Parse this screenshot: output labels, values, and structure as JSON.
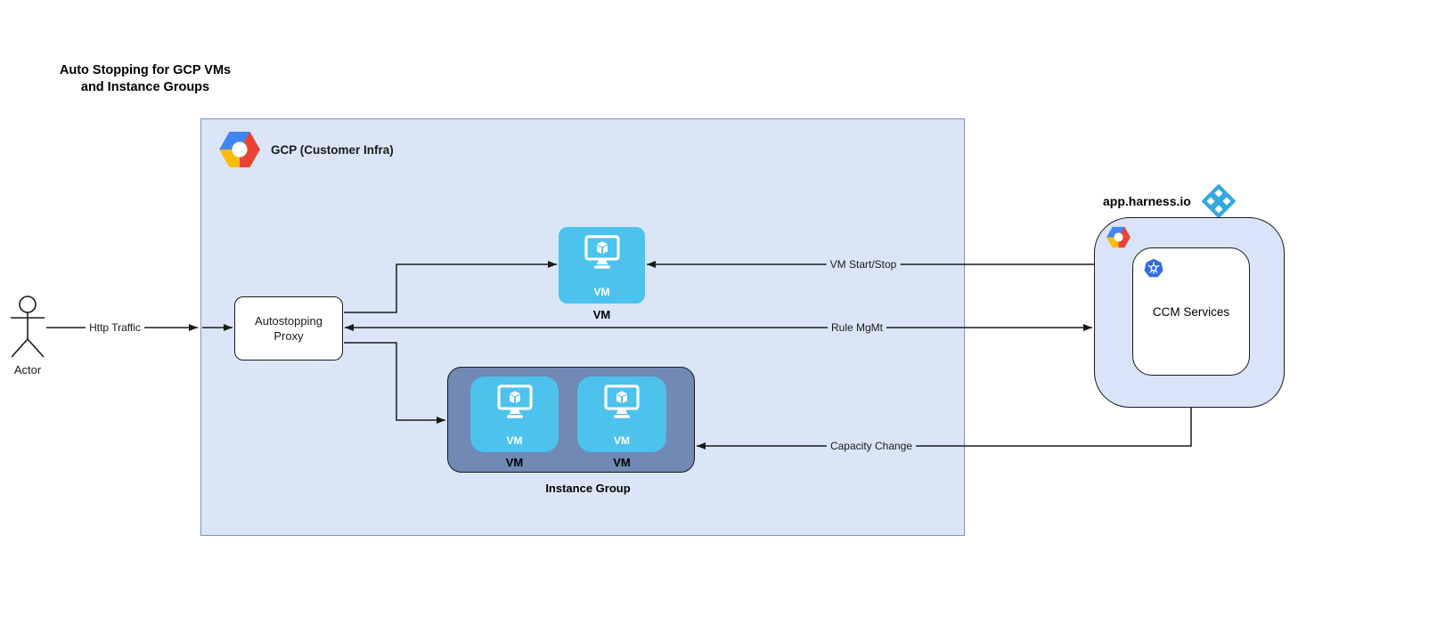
{
  "diagram": {
    "title": {
      "line1": "Auto Stopping for GCP VMs",
      "line2": "and Instance Groups"
    },
    "actor": {
      "label": "Actor"
    },
    "gcp": {
      "label": "GCP (Customer Infra)"
    },
    "proxy": {
      "line1": "Autostopping",
      "line2": "Proxy"
    },
    "vm": {
      "inner": "VM",
      "caption": "VM"
    },
    "instance_group": {
      "label": "Instance Group",
      "vm1": {
        "inner": "VM",
        "caption": "VM"
      },
      "vm2": {
        "inner": "VM",
        "caption": "VM"
      }
    },
    "harness": {
      "label": "app.harness.io",
      "ccm": "CCM Services"
    },
    "edges": {
      "http": "Http Traffic",
      "start_stop": "VM Start/Stop",
      "rule": "Rule MgMt",
      "capacity": "Capacity Change"
    },
    "icons": {
      "gcp_logo": "gcp-hexagon-logo",
      "harness_logo": "harness-diamond-logo",
      "kubernetes": "kubernetes-helm-logo",
      "vm_monitor": "vm-monitor-cube",
      "actor": "stick-figure"
    },
    "colors": {
      "gcp_box_fill": "#dae6f8",
      "gcp_box_border": "#7b94c1",
      "harness_fill": "#d9e4f8",
      "vm_tile": "#4cc2ed",
      "instance_group_fill": "#7089b5",
      "edge_stroke": "#1a1a1a",
      "harness_blue": "#31a8e0",
      "k8s_blue": "#326ce5",
      "gcp_blue": "#4285f4",
      "gcp_red": "#ea4335",
      "gcp_yellow": "#fbbc05"
    }
  }
}
